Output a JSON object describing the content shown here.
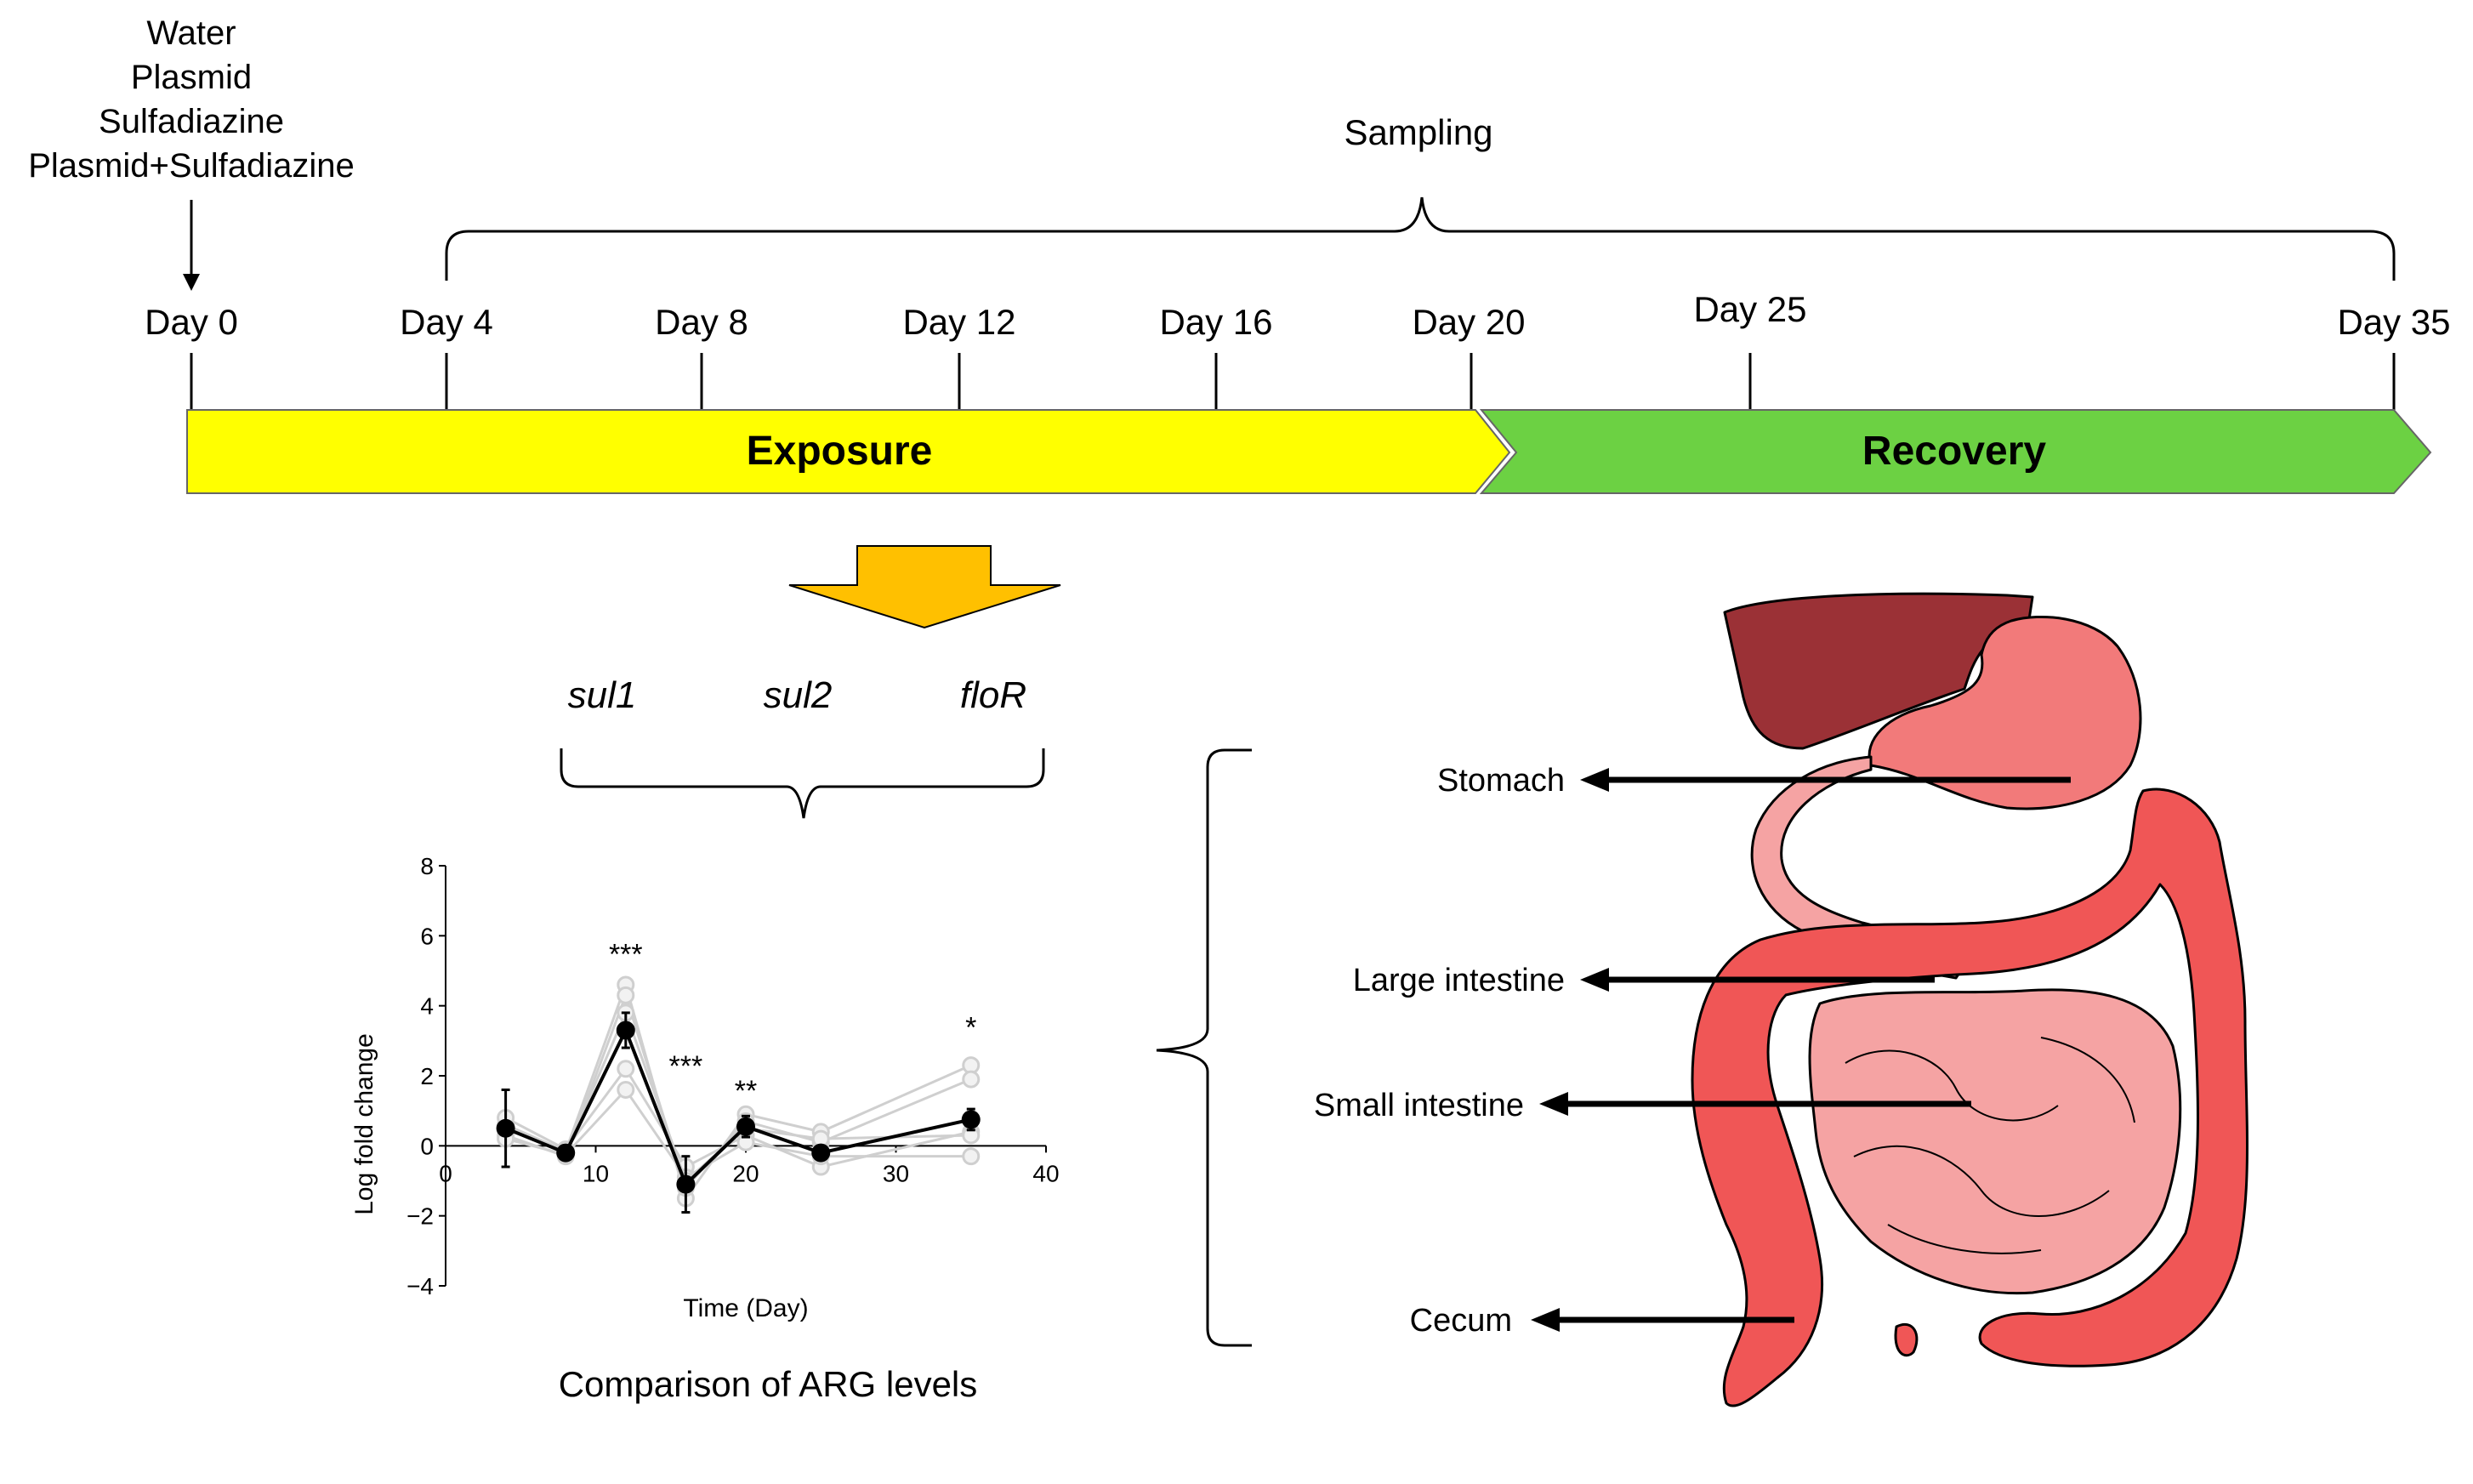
{
  "treatments": [
    "Water",
    "Plasmid",
    "Sulfadiazine",
    "Plasmid+Sulfadiazine"
  ],
  "sampling_label": "Sampling",
  "timeline": {
    "days": [
      "Day 0",
      "Day 4",
      "Day 8",
      "Day 12",
      "Day 16",
      "Day 20",
      "Day 25",
      "Day 35"
    ],
    "exposure_label": "Exposure",
    "recovery_label": "Recovery"
  },
  "colors": {
    "exposure": "#ffff00",
    "recovery": "#6cd143",
    "down_arrow": "#ffc000",
    "liver": "#9b3136",
    "stomach": "#f27a7a",
    "large_intestine": "#f05656",
    "small_intestine": "#f5a3a3"
  },
  "genes": [
    "sul1",
    "sul2",
    "floR"
  ],
  "chart_data": {
    "type": "line",
    "xlabel": "Time (Day)",
    "ylabel": "Log fold change",
    "xlim": [
      0,
      40
    ],
    "ylim": [
      -4,
      8
    ],
    "xticks": [
      0,
      10,
      20,
      30,
      40
    ],
    "yticks": [
      -4,
      -2,
      0,
      2,
      4,
      6,
      8
    ],
    "x": [
      4,
      8,
      12,
      16,
      20,
      25,
      35
    ],
    "series": [
      {
        "values": [
          0.5,
          -0.2,
          3.3,
          -1.1,
          0.55,
          -0.2,
          0.75
        ],
        "error": [
          1.1,
          0.1,
          0.5,
          0.8,
          0.3,
          0.1,
          0.3
        ]
      }
    ],
    "background_series": [
      [
        0.6,
        -0.15,
        4.6,
        -1.5,
        0.9,
        0.4,
        2.3
      ],
      [
        0.3,
        -0.3,
        4.3,
        -1.2,
        0.7,
        0.1,
        1.9
      ],
      [
        0.8,
        -0.1,
        2.2,
        -0.6,
        0.3,
        -0.6,
        0.4
      ],
      [
        0.2,
        -0.25,
        1.6,
        -0.9,
        0.1,
        -0.3,
        -0.3
      ],
      [
        0.5,
        -0.2,
        3.8,
        -1.0,
        0.5,
        0.2,
        0.3
      ]
    ],
    "annotations": [
      {
        "x": 12,
        "text": "***"
      },
      {
        "x": 16,
        "text": "***"
      },
      {
        "x": 20,
        "text": "**"
      },
      {
        "x": 35,
        "text": "*"
      }
    ],
    "caption": "Comparison of ARG levels"
  },
  "organs": [
    "Stomach",
    "Large intestine",
    "Small intestine",
    "Cecum"
  ]
}
